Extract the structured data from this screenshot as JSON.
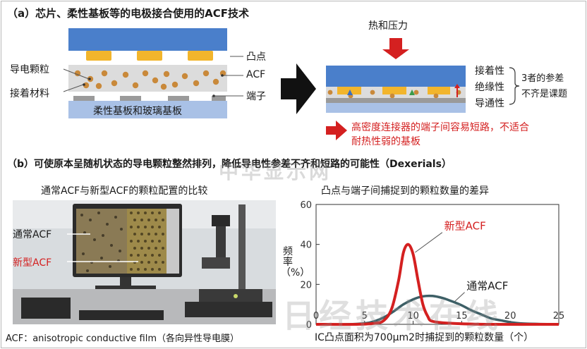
{
  "section_a": {
    "title": "（a）芯片、柔性基板等的电极接合使用的ACF技术",
    "left_labels": {
      "bump": "凸点",
      "conductive_particle": "导电颗粒",
      "acf": "ACF",
      "adhesive": "接着材料",
      "terminal": "端子",
      "substrate": "柔性基板和玻璃基板"
    },
    "right_labels": {
      "heat_pressure": "热和压力",
      "adhesion": "接着性",
      "insulation": "绝缘性",
      "conductivity": "导通性",
      "issue_line1": "3者的参差",
      "issue_line2": "不齐是课题",
      "problem_line1": "高密度连接器的端子间容易短路，不适合",
      "problem_line2": "耐热性弱的基板"
    },
    "colors": {
      "chip": "#4a7fcb",
      "substrate": "#a9c1e6",
      "bump": "#f2b52c",
      "particle": "#c9893a",
      "acf_layer": "#dcdcdc",
      "arrow_red": "#d42020"
    }
  },
  "section_b": {
    "title": "（b）可使原本呈随机状态的导电颗粒整然排列，降低导电性参差不齐和短路的可能性（Dexerials）",
    "photo": {
      "caption": "通常ACF与新型ACF的颗粒配置的比较",
      "label_normal": "通常ACF",
      "label_new": "新型ACF"
    },
    "footnote": "ACF：anisotropic conductive film（各向异性导电膜）"
  },
  "chart_data": {
    "type": "line",
    "title": "凸点与端子间捕捉到的颗粒数量的差异",
    "xlabel": "IC凸点面积为700μm2时捕捉到的颗粒数量（个）",
    "ylabel": "频率（%）",
    "xlim": [
      0,
      25
    ],
    "ylim": [
      0,
      60
    ],
    "xticks": [
      "0",
      "5",
      "10",
      "15",
      "20",
      "25"
    ],
    "yticks": [
      "0",
      "20",
      "40",
      "60"
    ],
    "grid": false,
    "series": [
      {
        "name": "新型ACF",
        "color": "#d42020",
        "x": [
          0,
          4,
          6,
          7,
          7.8,
          8.5,
          9,
          9.5,
          10,
          10.5,
          11,
          11.5,
          12,
          14,
          18,
          25
        ],
        "y": [
          0,
          0,
          0.5,
          2,
          8,
          22,
          36,
          40,
          35,
          22,
          10,
          4,
          1.5,
          0.5,
          0,
          0
        ]
      },
      {
        "name": "通常ACF",
        "color": "#3d5f66",
        "x": [
          0,
          3,
          5,
          6,
          7,
          8,
          9,
          10,
          11,
          12,
          13,
          14,
          15,
          16,
          17,
          18,
          19,
          21,
          25
        ],
        "y": [
          0,
          0,
          0.5,
          1.5,
          3.5,
          6.5,
          10,
          12.5,
          14,
          14.2,
          13.2,
          11.5,
          9.5,
          7,
          5,
          3,
          2,
          0.5,
          0
        ]
      }
    ]
  },
  "watermarks": {
    "top": "中华显示网",
    "bottom": "日经技术在线"
  }
}
